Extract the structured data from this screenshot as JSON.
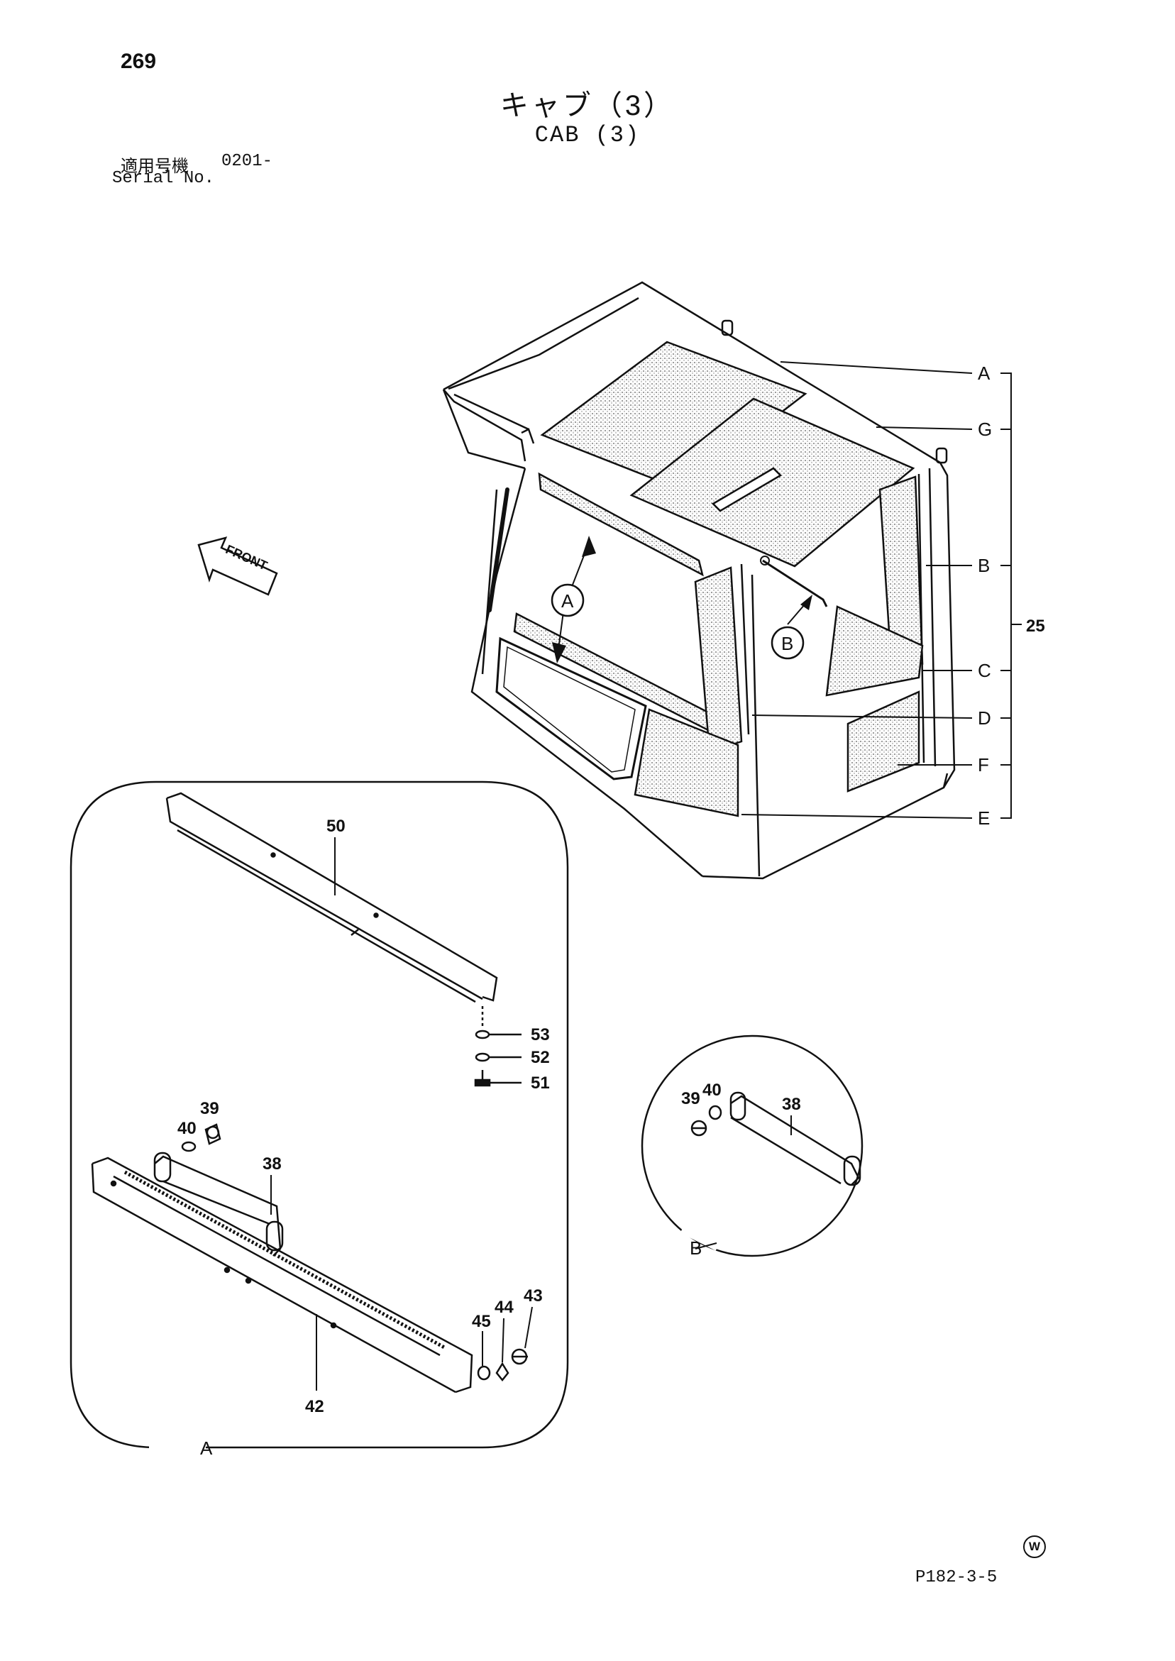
{
  "header": {
    "page_number": "269",
    "title_jp": "キャブ（3）",
    "title_en": "CAB (3)",
    "serial_label_jp": "適用号機",
    "serial_value": "0201-",
    "serial_label_en": "Serial No."
  },
  "front_label": "FRONT",
  "callout_letters": {
    "A": "A",
    "G": "G",
    "B": "B",
    "C": "C",
    "D": "D",
    "F": "F",
    "E": "E"
  },
  "group_number": "25",
  "view_markers": {
    "A": "A",
    "B": "B"
  },
  "detail_a_parts": {
    "p50": "50",
    "p53": "53",
    "p52": "52",
    "p51": "51",
    "p40": "40",
    "p39": "39",
    "p38": "38",
    "p45": "45",
    "p44": "44",
    "p43": "43",
    "p42": "42"
  },
  "detail_b_parts": {
    "p39": "39",
    "p40": "40",
    "p38": "38"
  },
  "footer": {
    "watermark": "W",
    "code": "P182-3-5"
  },
  "colors": {
    "ink": "#111111",
    "stipple": "#c9c9c9"
  }
}
